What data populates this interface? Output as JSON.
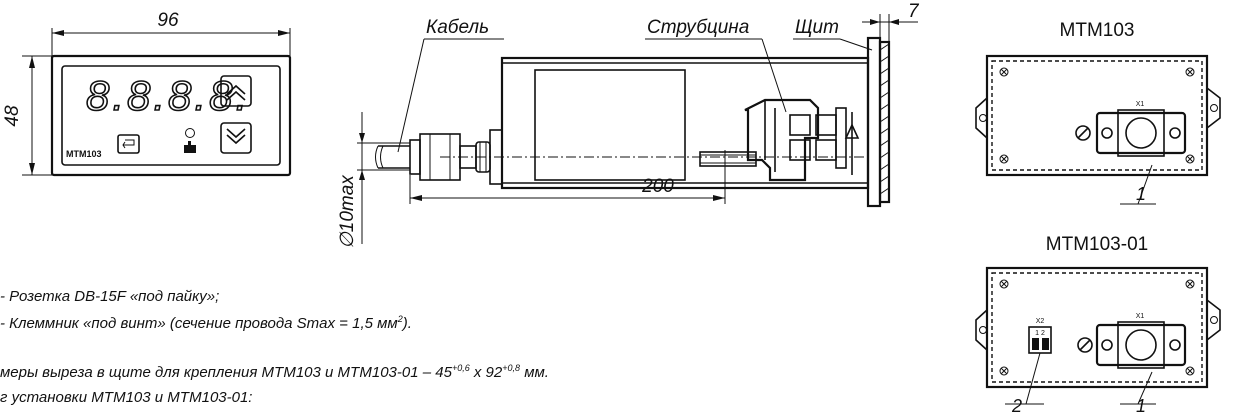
{
  "front_view": {
    "dim_width": "96",
    "dim_height": "48",
    "display": "8.8.8.8.",
    "model_label": "МТМ103"
  },
  "side_view": {
    "cable_label": "Кабель",
    "clamp_label": "Струбцина",
    "panel_label": "Щит",
    "dim_thickness": "7",
    "dim_length": "200",
    "dim_cable": "∅10max"
  },
  "back_views": {
    "model_a": "МТМ103",
    "model_b": "МТМ103-01",
    "connector_x1": "X1",
    "connector_x2": "X2",
    "terminal_pins": "1 2",
    "callout_1": "1",
    "callout_2": "2"
  },
  "notes": {
    "line1": "- Розетка DB-15F «под пайку»;",
    "line2_pre": "- Клеммник «под винт» (сечение провода Smax = 1,5 мм",
    "line2_sup": "2",
    "line2_post": ").",
    "line3_pre": "меры выреза в щите для крепления МТМ103 и МТМ103-01 – 45",
    "line3_sup1": "+0,6",
    "line3_mid": " х 92",
    "line3_sup2": "+0,8",
    "line3_post": " мм.",
    "line4": "г установки МТМ103 и МТМ103-01:"
  }
}
